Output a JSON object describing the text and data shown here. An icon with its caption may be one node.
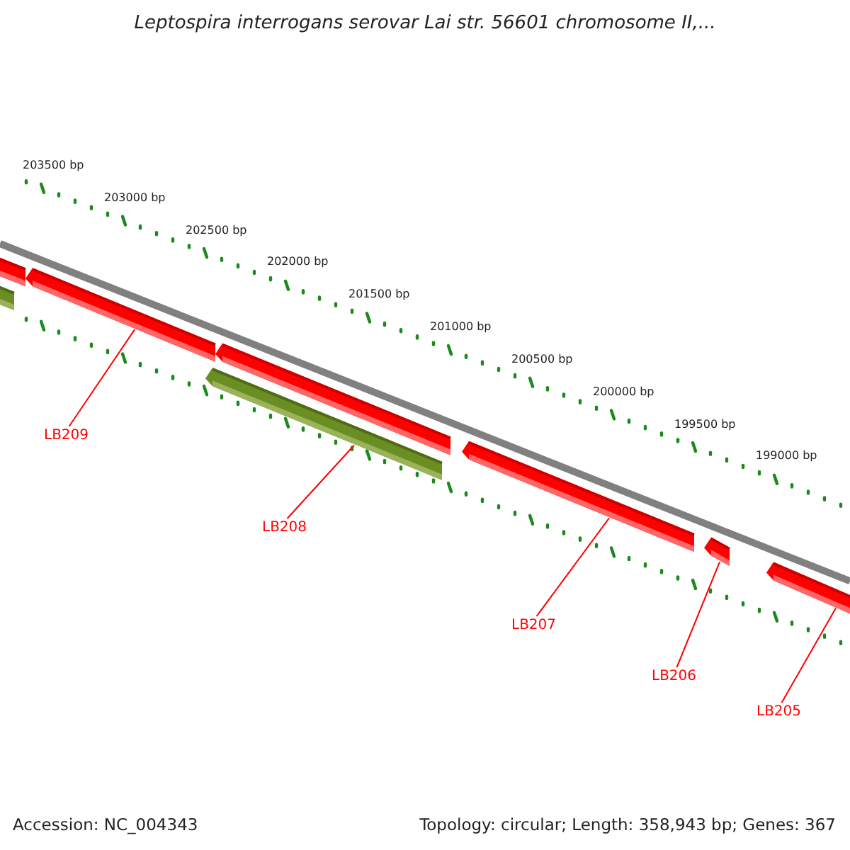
{
  "diagram": {
    "title": "Leptospira interrogans serovar Lai str. 56601 chromosome II,...",
    "nodes": [
      {
        "text": [],
        "shape": "bar"
      },
      {
        "text": [],
        "shape": "bar"
      },
      {
        "text": [],
        "shape": "bar"
      },
      {
        "text": [],
        "shape": "bar"
      },
      {
        "text": [],
        "shape": "bar"
      },
      {
        "text": [],
        "shape": "bar"
      },
      {
        "text": [],
        "shape": "bar"
      },
      {
        "text": [],
        "shape": "bar"
      },
      {
        "text": [
          "LB209"
        ]
      },
      {
        "text": [
          "LB208"
        ]
      },
      {
        "text": [
          "LB207"
        ]
      },
      {
        "text": [
          "LB206"
        ]
      },
      {
        "text": [
          "LB205"
        ]
      }
    ],
    "edges": [
      {
        "from": 8,
        "to": 2,
        "arrow": "none"
      },
      {
        "from": 9,
        "to": 3,
        "arrow": "none"
      },
      {
        "from": 10,
        "to": 5,
        "arrow": "none"
      },
      {
        "from": 11,
        "to": 6,
        "arrow": "none"
      },
      {
        "from": 12,
        "to": 7,
        "arrow": "none"
      }
    ],
    "labels": [
      "203500 bp",
      "203000 bp",
      "202500 bp",
      "202000 bp",
      "201500 bp",
      "201000 bp",
      "200500 bp",
      "200000 bp",
      "199500 bp",
      "199000 bp",
      "Accession: NC_004343",
      "Topology: circular; Length: 358,943 bp; Genes: 367"
    ]
  }
}
